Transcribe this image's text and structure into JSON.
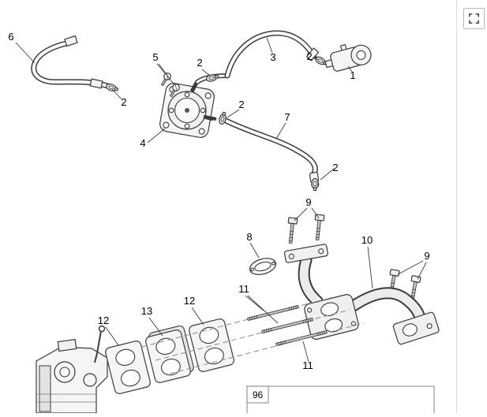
{
  "figure": {
    "number": "96"
  },
  "icons": {
    "fullscreen": "fullscreen-expand-corners"
  },
  "callouts": [
    {
      "label": "6"
    },
    {
      "label": "5"
    },
    {
      "label": "2"
    },
    {
      "label": "3"
    },
    {
      "label": "2"
    },
    {
      "label": "1"
    },
    {
      "label": "2"
    },
    {
      "label": "2"
    },
    {
      "label": "7"
    },
    {
      "label": "4"
    },
    {
      "label": "2"
    },
    {
      "label": "9"
    },
    {
      "label": "8"
    },
    {
      "label": "10"
    },
    {
      "label": "9"
    },
    {
      "label": "11"
    },
    {
      "label": "12"
    },
    {
      "label": "13"
    },
    {
      "label": "12"
    },
    {
      "label": "11"
    }
  ]
}
